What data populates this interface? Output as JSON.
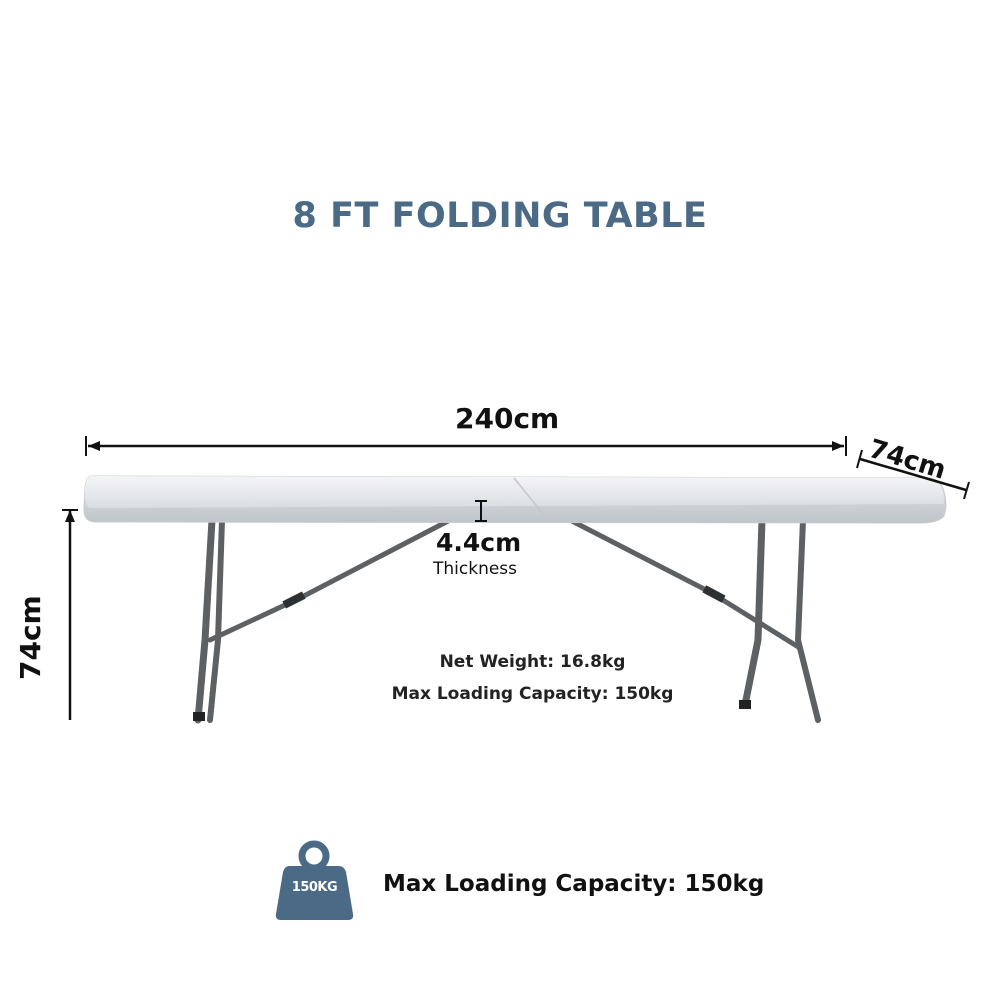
{
  "title": "8 FT FOLDING TABLE",
  "dimensions": {
    "length": "240cm",
    "depth": "74cm",
    "height": "74cm",
    "thickness": "4.4cm",
    "thickness_caption": "Thickness"
  },
  "specs": {
    "net_weight": "Net Weight: 16.8kg",
    "max_loading": "Max Loading Capacity: 150kg"
  },
  "footer": {
    "weight_badge": "150KG",
    "capacity": "Max Loading Capacity: 150kg"
  },
  "colors": {
    "title": "#4a6a85",
    "badge": "#4a6a85",
    "table_top": "#eef0f2",
    "frame": "#5d6164",
    "dimension_line": "#111111"
  },
  "icons": {
    "badge": "weight-icon"
  }
}
